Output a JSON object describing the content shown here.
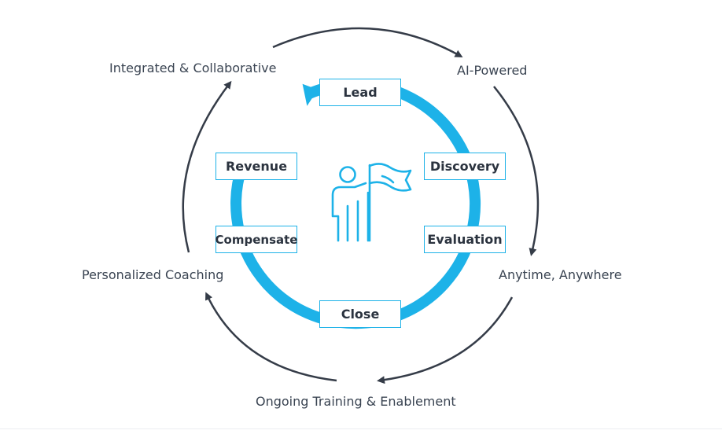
{
  "colors": {
    "inner_ring": "#1db2e8",
    "outer_arrows": "#353c48",
    "text": "#3a4452",
    "box_text": "#2b333f"
  },
  "center_icon": "person-with-flag-icon",
  "outer_labels": {
    "top_left": "Integrated & Collaborative",
    "top_right": "AI-Powered",
    "right": "Anytime, Anywhere",
    "bottom": "Ongoing Training & Enablement",
    "left": "Personalized Coaching"
  },
  "stages": {
    "lead": "Lead",
    "discovery": "Discovery",
    "evaluation": "Evaluation",
    "close": "Close",
    "compensate": "Compensate",
    "revenue": "Revenue"
  }
}
